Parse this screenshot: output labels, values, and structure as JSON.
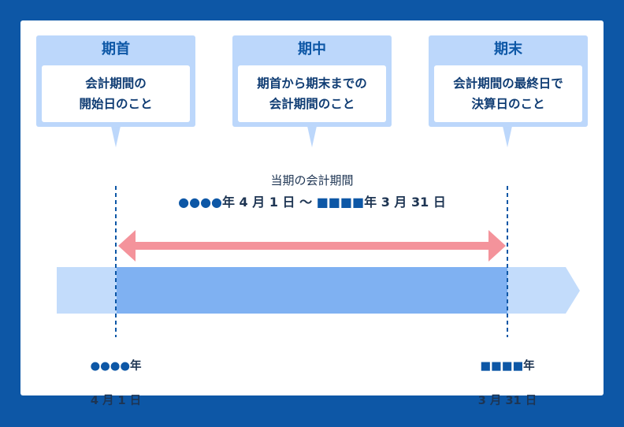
{
  "cards": [
    {
      "title": "期首",
      "text": "会計期間の\n開始日のこと"
    },
    {
      "title": "期中",
      "text": "期首から期末までの\n会計期間のこと"
    },
    {
      "title": "期末",
      "text": "会計期間の最終日で\n決算日のこと"
    }
  ],
  "center": {
    "title": "当期の会計期間",
    "range_start_marks": "●●●●",
    "range_start_text": "年 4 月 1 日 ～ ",
    "range_end_marks": "■■■■",
    "range_end_text": "年 3 月 31 日"
  },
  "start_date": {
    "marks": "●●●●",
    "year_suffix": "年",
    "month_day": "4 月 1 日"
  },
  "end_date": {
    "marks": "■■■■",
    "year_suffix": "年",
    "month_day": "3 月 31 日"
  },
  "colors": {
    "background": "#0d57a6",
    "card": "#bcd7fb",
    "bar_light": "#c3dcfb",
    "bar_fill": "#7fb1f2",
    "arrow": "#f4939b",
    "dashed_line": "#0d57a6"
  }
}
